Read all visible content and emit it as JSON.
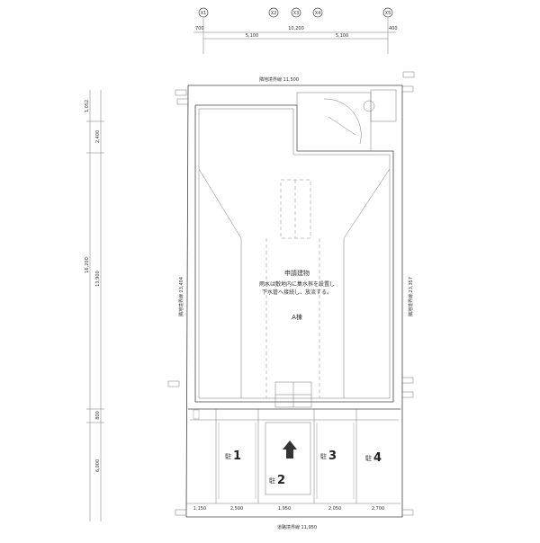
{
  "axes": {
    "x1": "X1",
    "x2": "X2",
    "x3": "X3",
    "x4": "X4",
    "x5": "X5"
  },
  "top_dims": {
    "left_offset": "700",
    "total": "10,200",
    "span_a": "5,100",
    "span_b": "5,100",
    "right_offset": "400"
  },
  "left_dims": {
    "d1": "1,052",
    "d2": "2,400",
    "d3": "16,200",
    "d4": "13,900",
    "d5": "800",
    "d6": "6,000"
  },
  "bottom_dims": {
    "b1": "1,150",
    "b2": "2,500",
    "b3": "1,950",
    "b4": "2,050",
    "b5": "2,700"
  },
  "boundary": {
    "top_label": "隣地境界線  11,500",
    "bottom_label": "道路境界線  11,950",
    "left_label": "隣地境界線  23,404",
    "right_label": "隣地境界線  23,357"
  },
  "building": {
    "title": "申請建物",
    "note_line1": "雨水は敷地内に集水桝を設置し",
    "note_line2": "下水管へ接続し、放流する。",
    "name": "A棟"
  },
  "parking": {
    "p1_num": "1",
    "p2_num": "2",
    "p3_num": "3",
    "p4_num": "4",
    "mark": "駐"
  },
  "colors": {
    "line": "#444444",
    "paper": "#ffffff"
  }
}
